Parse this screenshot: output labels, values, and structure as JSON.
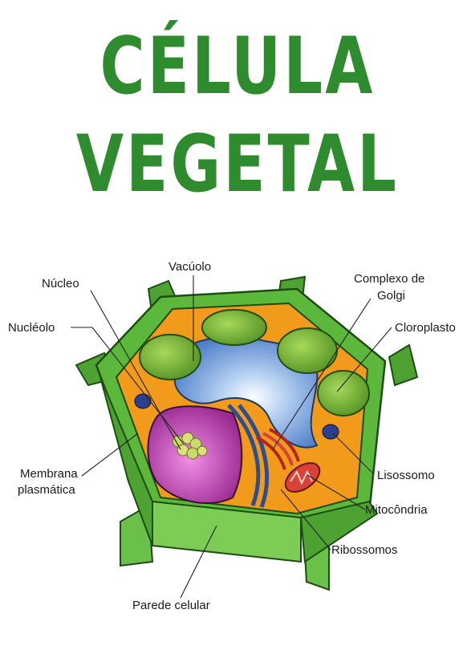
{
  "title": {
    "line1": "CÉLULA",
    "line2": "VEGETAL"
  },
  "labels": {
    "vacuolo": "Vacúolo",
    "nucleo": "Núcleo",
    "nucleolo": "Nucléolo",
    "complexo_line1": "Complexo de",
    "complexo_line2": "Golgi",
    "cloroplasto": "Cloroplasto",
    "membrana_line1": "Membrana",
    "membrana_line2": "plasmática",
    "lisossomo": "Lisossomo",
    "mitocondria": "Mitocôndria",
    "ribossomos": "Ribossomos",
    "parede": "Parede celular"
  },
  "colors": {
    "title": "#2e8b2e",
    "cell_wall": "#5cb83a",
    "cytoplasm": "#f29a1c",
    "vacuole": "#7fa8e0",
    "nucleus": "#b23aa8",
    "chloroplast": "#7dbb3a"
  }
}
